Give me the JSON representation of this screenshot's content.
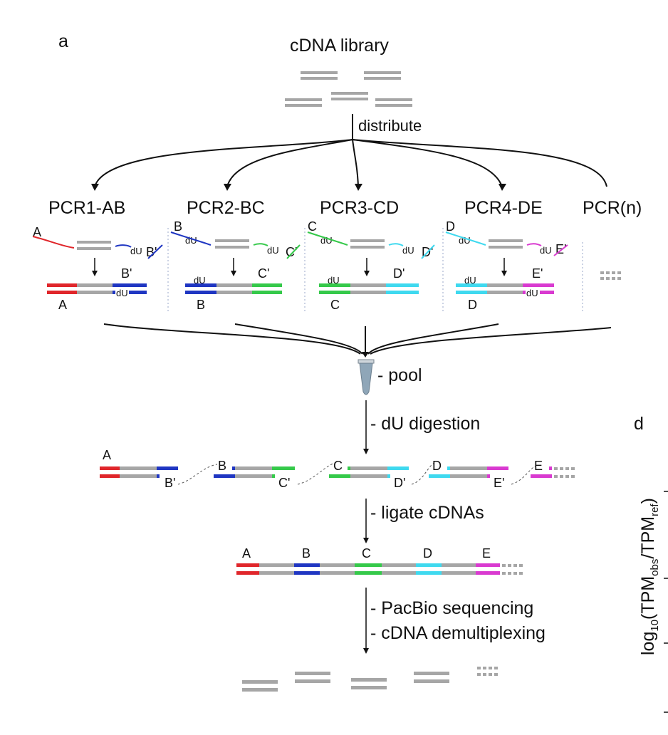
{
  "panel_a": "a",
  "panel_d": "d",
  "title": "cDNA library",
  "distribute": "distribute",
  "pcr": [
    "PCR1-AB",
    "PCR2-BC",
    "PCR3-CD",
    "PCR4-DE",
    "PCR(n)"
  ],
  "letters": [
    "A",
    "B",
    "C",
    "D",
    "E"
  ],
  "primes": [
    "B'",
    "C'",
    "D'",
    "E'"
  ],
  "du": "dU",
  "steps": {
    "pool": "- pool",
    "digest": "- dU digestion",
    "ligate": "- ligate cDNAs",
    "seq": "- PacBio sequencing",
    "demux": "- cDNA demultiplexing"
  },
  "ylabel_base": "log",
  "ylabel_sub": "10",
  "ylabel_tpm1": "(TPM",
  "ylabel_obs": "obs",
  "ylabel_tpm2": "/TPM",
  "ylabel_ref": "ref",
  "ylabel_close": ")",
  "colors": {
    "A": "#e0262b",
    "B": "#1f36c2",
    "C": "#35c94a",
    "D": "#3fd9ef",
    "E": "#d93ad0",
    "gray": "#a6a6a6"
  }
}
